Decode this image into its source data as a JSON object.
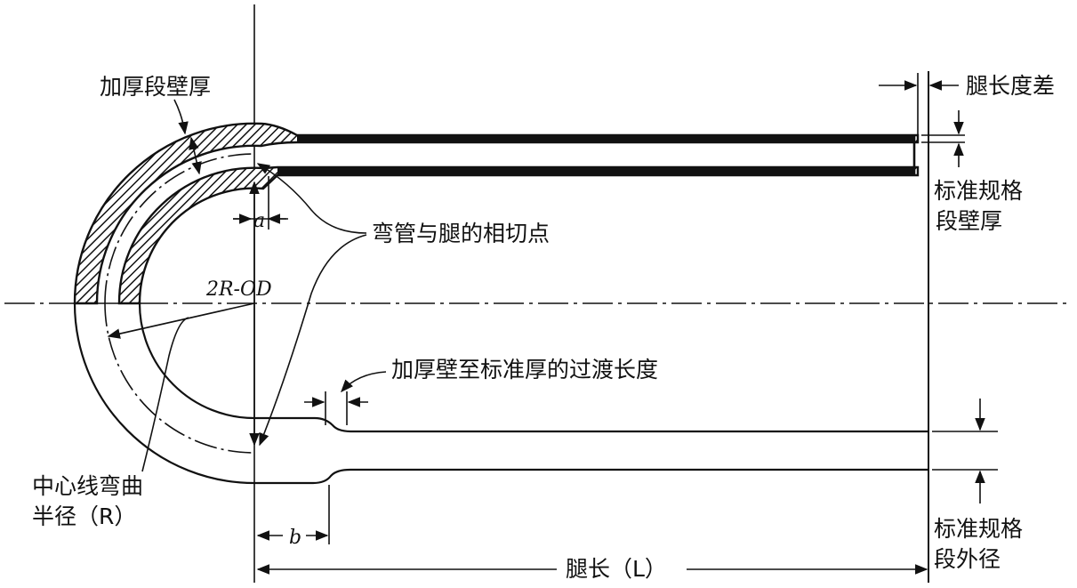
{
  "labels": {
    "thick_wall": "加厚段壁厚",
    "leg_length_diff": "腿长度差",
    "std_wall_line1": "标准规格",
    "std_wall_line2": "段壁厚",
    "tangent_point": "弯管与腿的相切点",
    "transition_length": "加厚壁至标准厚的过渡长度",
    "centerline_radius_line1": "中心线弯曲",
    "centerline_radius_line2": "半径（R）",
    "std_od_line1": "标准规格",
    "std_od_line2": "段外径",
    "leg_length": "腿长（L）"
  },
  "dims": {
    "a": "a",
    "b": "b",
    "two_r_od": "2R-OD"
  },
  "colors": {
    "ink": "#111111",
    "background": "#ffffff"
  }
}
